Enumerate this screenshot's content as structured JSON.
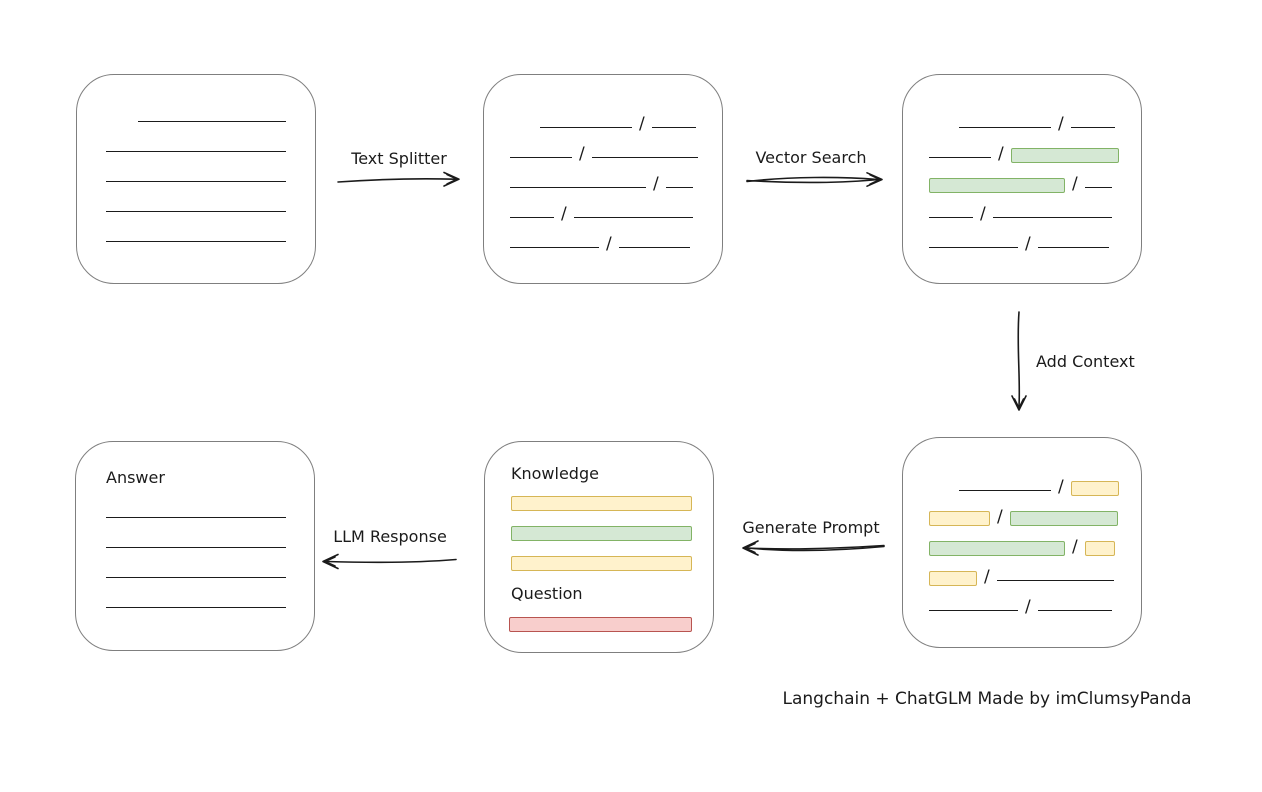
{
  "labels": {
    "text_splitter": "Text Splitter",
    "vector_search": "Vector Search",
    "add_context": "Add Context",
    "generate_prompt": "Generate Prompt",
    "llm_response": "LLM Response",
    "knowledge": "Knowledge",
    "question": "Question",
    "answer": "Answer",
    "caption": "Langchain + ChatGLM Made by imClumsyPanda"
  },
  "colors": {
    "ink": "#1b1b1b",
    "box_border": "#7f7f7f",
    "yellow_fill": "#fff2cc",
    "yellow_border": "#d6b656",
    "green_fill": "#d5e8d4",
    "green_border": "#82b366",
    "red_fill": "#f8cecc",
    "red_border": "#b85450"
  },
  "boxes": {
    "document": {
      "lines": [
        {
          "indent": 32,
          "w": 148
        },
        {
          "indent": 0,
          "w": 180
        },
        {
          "indent": 0,
          "w": 180
        },
        {
          "indent": 0,
          "w": 180
        },
        {
          "indent": 0,
          "w": 180
        }
      ]
    },
    "split": {
      "rows": [
        {
          "indent": 30,
          "segs": [
            {
              "t": "line",
              "w": 92
            },
            {
              "t": "slash"
            },
            {
              "t": "line",
              "w": 44
            }
          ]
        },
        {
          "indent": 0,
          "segs": [
            {
              "t": "line",
              "w": 62
            },
            {
              "t": "slash"
            },
            {
              "t": "line",
              "w": 106
            }
          ]
        },
        {
          "indent": 0,
          "segs": [
            {
              "t": "line",
              "w": 136
            },
            {
              "t": "slash"
            },
            {
              "t": "line",
              "w": 27
            }
          ]
        },
        {
          "indent": 0,
          "segs": [
            {
              "t": "line",
              "w": 44
            },
            {
              "t": "slash"
            },
            {
              "t": "line",
              "w": 119
            }
          ]
        },
        {
          "indent": 0,
          "segs": [
            {
              "t": "line",
              "w": 89
            },
            {
              "t": "slash"
            },
            {
              "t": "line",
              "w": 71
            }
          ]
        }
      ]
    },
    "search": {
      "rows": [
        {
          "indent": 30,
          "segs": [
            {
              "t": "line",
              "w": 92
            },
            {
              "t": "slash"
            },
            {
              "t": "line",
              "w": 44
            }
          ]
        },
        {
          "indent": 0,
          "segs": [
            {
              "t": "line",
              "w": 62
            },
            {
              "t": "slash"
            },
            {
              "t": "green",
              "w": 108
            }
          ]
        },
        {
          "indent": 0,
          "segs": [
            {
              "t": "green",
              "w": 136
            },
            {
              "t": "slash"
            },
            {
              "t": "line",
              "w": 27
            }
          ]
        },
        {
          "indent": 0,
          "segs": [
            {
              "t": "line",
              "w": 44
            },
            {
              "t": "slash"
            },
            {
              "t": "line",
              "w": 119
            }
          ]
        },
        {
          "indent": 0,
          "segs": [
            {
              "t": "line",
              "w": 89
            },
            {
              "t": "slash"
            },
            {
              "t": "line",
              "w": 71
            }
          ]
        }
      ]
    },
    "context": {
      "rows": [
        {
          "indent": 30,
          "segs": [
            {
              "t": "line",
              "w": 92
            },
            {
              "t": "slash"
            },
            {
              "t": "yellow",
              "w": 48
            }
          ]
        },
        {
          "indent": 0,
          "segs": [
            {
              "t": "yellow",
              "w": 61
            },
            {
              "t": "slash"
            },
            {
              "t": "green",
              "w": 108
            }
          ]
        },
        {
          "indent": 0,
          "segs": [
            {
              "t": "green",
              "w": 136
            },
            {
              "t": "slash"
            },
            {
              "t": "yellow",
              "w": 30
            }
          ]
        },
        {
          "indent": 0,
          "segs": [
            {
              "t": "yellow",
              "w": 48
            },
            {
              "t": "slash"
            },
            {
              "t": "line",
              "w": 117
            }
          ]
        },
        {
          "indent": 0,
          "segs": [
            {
              "t": "line",
              "w": 89
            },
            {
              "t": "slash"
            },
            {
              "t": "line",
              "w": 74
            }
          ]
        }
      ]
    },
    "prompt": {
      "knowledge_bars": [
        {
          "c": "yellow"
        },
        {
          "c": "green"
        },
        {
          "c": "yellow"
        }
      ],
      "question_bars": [
        {
          "c": "red"
        }
      ]
    },
    "answer": {
      "lines": [
        {
          "indent": 0,
          "w": 180
        },
        {
          "indent": 0,
          "w": 180
        },
        {
          "indent": 0,
          "w": 180
        },
        {
          "indent": 0,
          "w": 180
        }
      ]
    }
  }
}
